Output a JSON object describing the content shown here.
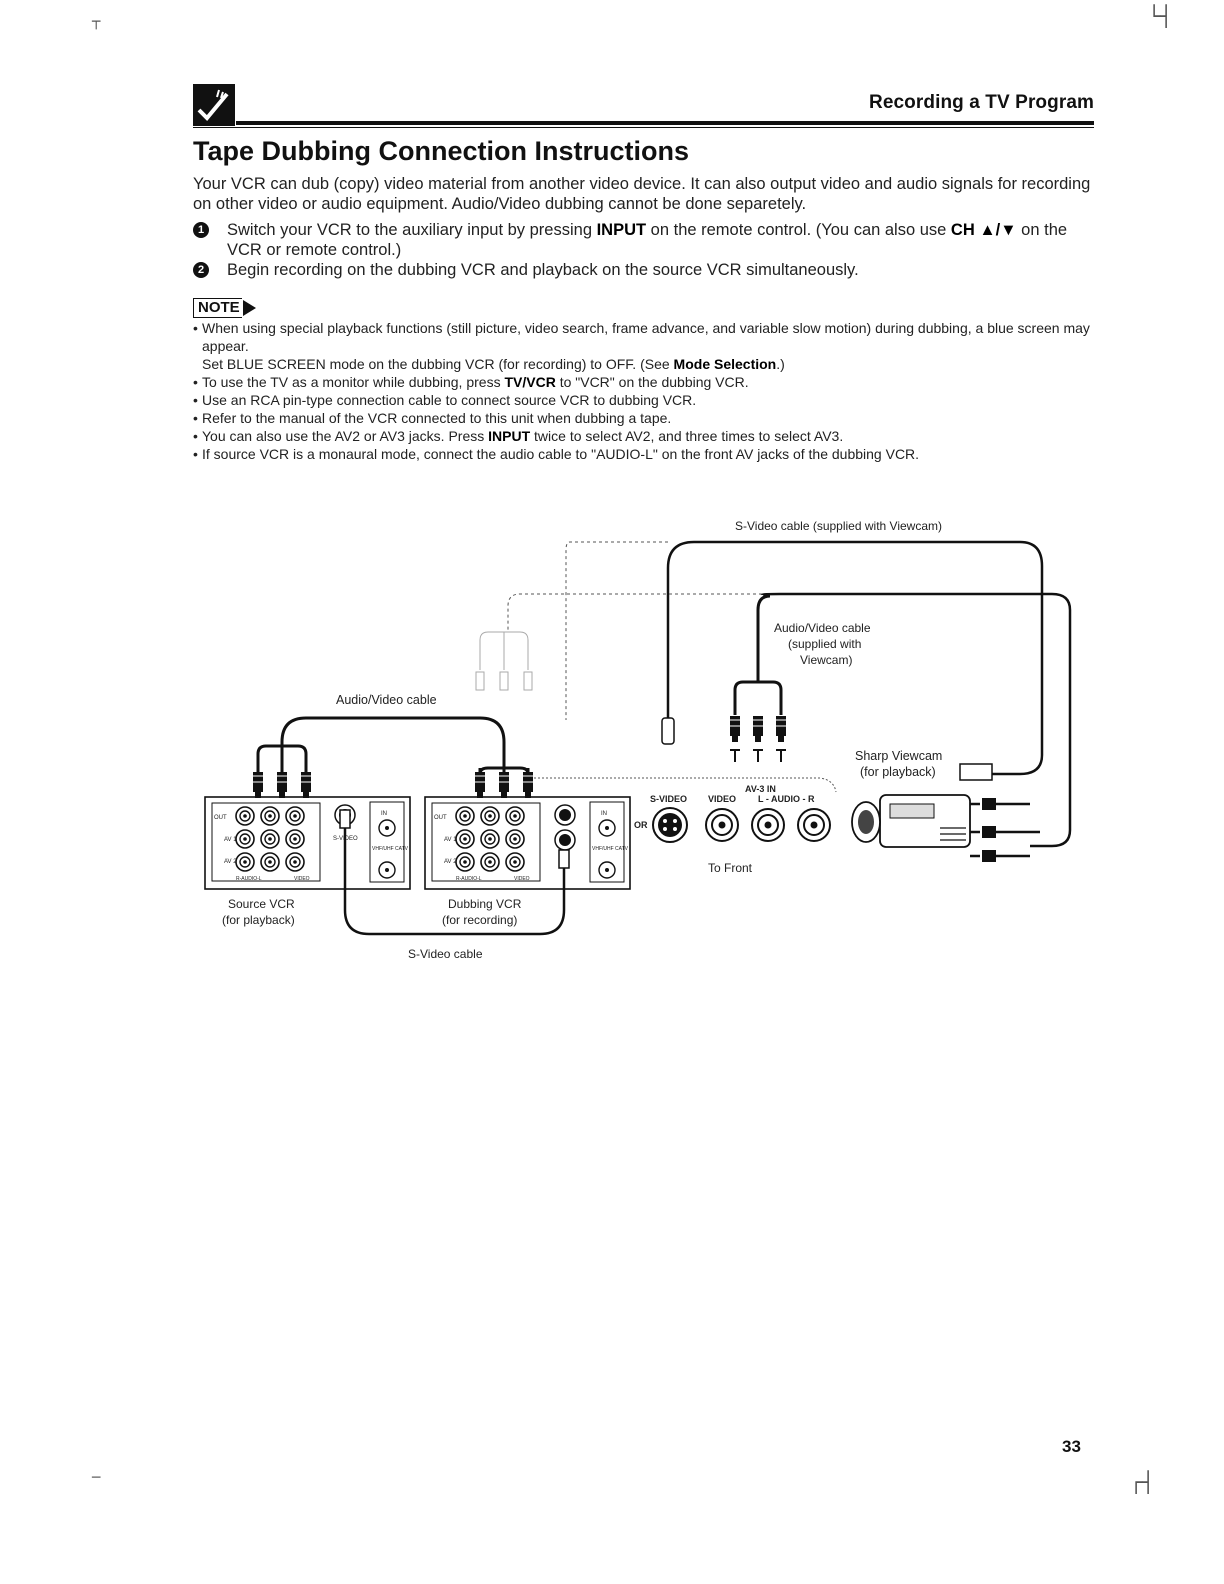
{
  "header": {
    "section": "Recording a TV Program"
  },
  "title": "Tape Dubbing Connection Instructions",
  "intro": "Your VCR can dub (copy) video material from another video device. It can also output video and audio signals for recording on other video or audio equipment. Audio/Video dubbing cannot be done separetely.",
  "steps": [
    {
      "num": "1",
      "before": "Switch your VCR to the auxiliary input by pressing ",
      "bold1": "INPUT",
      "middle": " on the remote control. (You can also use ",
      "bold2": "CH ▲/▼",
      "after": " on the VCR or remote control.)"
    },
    {
      "num": "2",
      "text": "Begin recording on the dubbing VCR and playback on the source VCR simultaneously."
    }
  ],
  "note": {
    "label": "NOTE",
    "item1_a": "When using special playback functions (still picture, video search, frame advance, and variable slow motion) during dubbing, a blue screen may appear.",
    "item1_b_before": "Set BLUE SCREEN mode on the dubbing VCR (for recording) to OFF. (See ",
    "item1_b_bold": "Mode Selection",
    "item1_b_after": ".)",
    "item2_before": "To use the TV as a monitor while dubbing, press ",
    "item2_bold": "TV/VCR",
    "item2_after": " to \"VCR\" on the dubbing VCR.",
    "item3": "Use an RCA pin-type connection cable to connect source VCR to dubbing VCR.",
    "item4": "Refer to the manual of the VCR connected to this unit when dubbing a tape.",
    "item5_before": "You can also use the AV2 or AV3 jacks. Press ",
    "item5_bold": "INPUT",
    "item5_after": " twice to select AV2, and three times to select AV3.",
    "item6": "If source VCR is a monaural mode, connect the audio cable to \"AUDIO-L\" on the front AV jacks of the dubbing VCR."
  },
  "diagram": {
    "svideo_cable_viewcam": "S-Video cable (supplied with Viewcam)",
    "av_cable_viewcam_1": "Audio/Video cable",
    "av_cable_viewcam_2": "(supplied with",
    "av_cable_viewcam_3": "Viewcam)",
    "av_cable": "Audio/Video cable",
    "sharp_viewcam_1": "Sharp Viewcam",
    "sharp_viewcam_2": "(for playback)",
    "front_panel_label": "AV-3 IN",
    "front_svideo": "S-VIDEO",
    "front_video": "VIDEO",
    "front_audio": "L - AUDIO - R",
    "front_or": "OR",
    "to_front": "To Front",
    "source_vcr_1": "Source VCR",
    "source_vcr_2": "(for playback)",
    "dubbing_vcr_1": "Dubbing VCR",
    "dubbing_vcr_2": "(for recording)",
    "svideo_cable": "S-Video cable",
    "jack_out": "OUT",
    "jack_av1": "AV 1",
    "jack_av2": "AV 2",
    "jack_in": "IN",
    "jack_raudio": "R-AUDIO-L",
    "jack_video": "VIDEO",
    "jack_svideo": "S-VIDEO",
    "jack_vhf": "VHF/UHF CATV"
  },
  "page_number": "33"
}
